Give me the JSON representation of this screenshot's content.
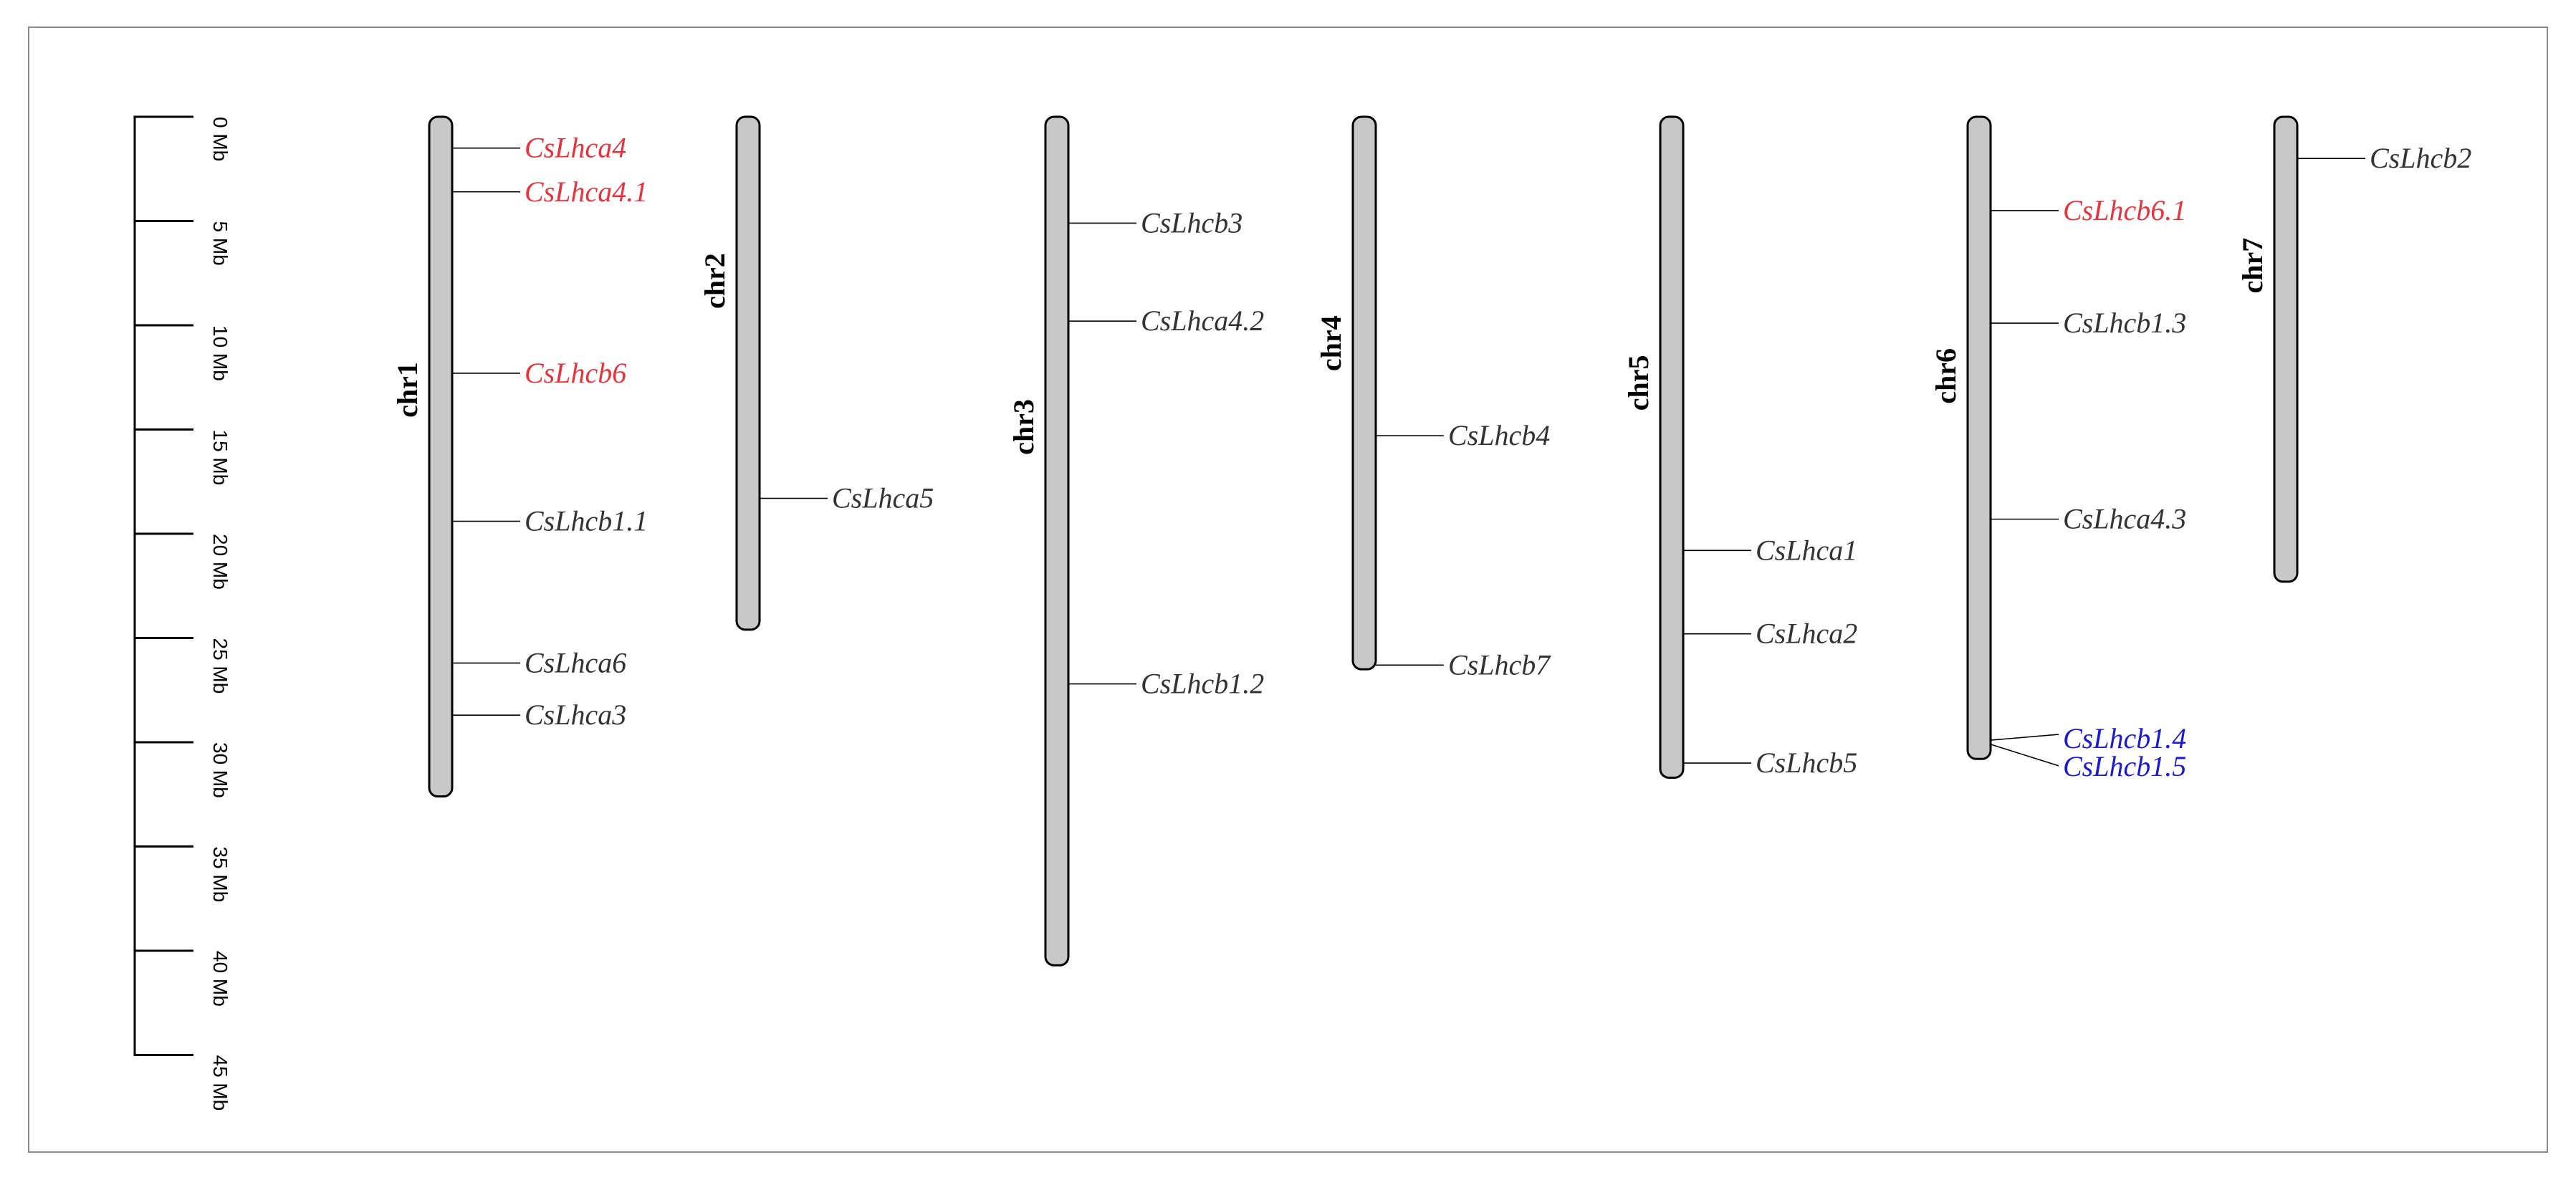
{
  "colors": {
    "background": "#ffffff",
    "frame": "#8a8a8a",
    "chromosome_fill": "#c8c8c8",
    "chromosome_outline": "#000000",
    "gene_default": "#333333",
    "gene_red": "#e8323c",
    "gene_blue": "#1a1ad6"
  },
  "chart_data": {
    "type": "chromosome-map",
    "title": "",
    "unit": "Mb",
    "scale": {
      "min": 0,
      "max": 45,
      "ticks": [
        0,
        5,
        10,
        15,
        20,
        25,
        30,
        35,
        40,
        45
      ],
      "tick_labels": [
        "0 Mb",
        "5 Mb",
        "10 Mb",
        "15 Mb",
        "20 Mb",
        "25 Mb",
        "30 Mb",
        "35 Mb",
        "40 Mb",
        "45 Mb"
      ]
    },
    "chromosomes": [
      {
        "name": "chr1",
        "length_mb": 32.6,
        "genes": [
          {
            "name": "CsLhca4",
            "pos_mb": 1.5,
            "color": "red"
          },
          {
            "name": "CsLhca4.1",
            "pos_mb": 3.6,
            "color": "red"
          },
          {
            "name": "CsLhcb6",
            "pos_mb": 12.3,
            "color": "red"
          },
          {
            "name": "CsLhcb1.1",
            "pos_mb": 19.4,
            "color": "default"
          },
          {
            "name": "CsLhca6",
            "pos_mb": 26.2,
            "color": "default"
          },
          {
            "name": "CsLhca3",
            "pos_mb": 28.7,
            "color": "default"
          }
        ]
      },
      {
        "name": "chr2",
        "length_mb": 24.6,
        "genes": [
          {
            "name": "CsLhca5",
            "pos_mb": 18.3,
            "color": "default"
          }
        ]
      },
      {
        "name": "chr3",
        "length_mb": 40.7,
        "genes": [
          {
            "name": "CsLhcb3",
            "pos_mb": 5.1,
            "color": "default"
          },
          {
            "name": "CsLhca4.2",
            "pos_mb": 9.8,
            "color": "default"
          },
          {
            "name": "CsLhcb1.2",
            "pos_mb": 27.2,
            "color": "default"
          }
        ]
      },
      {
        "name": "chr4",
        "length_mb": 26.5,
        "genes": [
          {
            "name": "CsLhcb4",
            "pos_mb": 15.3,
            "color": "default"
          },
          {
            "name": "CsLhcb7",
            "pos_mb": 26.3,
            "color": "default"
          }
        ]
      },
      {
        "name": "chr5",
        "length_mb": 31.7,
        "genes": [
          {
            "name": "CsLhca1",
            "pos_mb": 20.8,
            "color": "default"
          },
          {
            "name": "CsLhca2",
            "pos_mb": 24.8,
            "color": "default"
          },
          {
            "name": "CsLhcb5",
            "pos_mb": 31.0,
            "color": "default"
          }
        ]
      },
      {
        "name": "chr6",
        "length_mb": 30.8,
        "genes": [
          {
            "name": "CsLhcb6.1",
            "pos_mb": 4.5,
            "color": "red"
          },
          {
            "name": "CsLhcb1.3",
            "pos_mb": 9.9,
            "color": "default"
          },
          {
            "name": "CsLhca4.3",
            "pos_mb": 19.3,
            "color": "default"
          },
          {
            "name": "CsLhcb1.4",
            "pos_mb": 29.9,
            "color": "blue"
          },
          {
            "name": "CsLhcb1.5",
            "pos_mb": 30.1,
            "color": "blue"
          }
        ]
      },
      {
        "name": "chr7",
        "length_mb": 22.3,
        "genes": [
          {
            "name": "CsLhcb2",
            "pos_mb": 2.0,
            "color": "default"
          }
        ]
      }
    ]
  }
}
